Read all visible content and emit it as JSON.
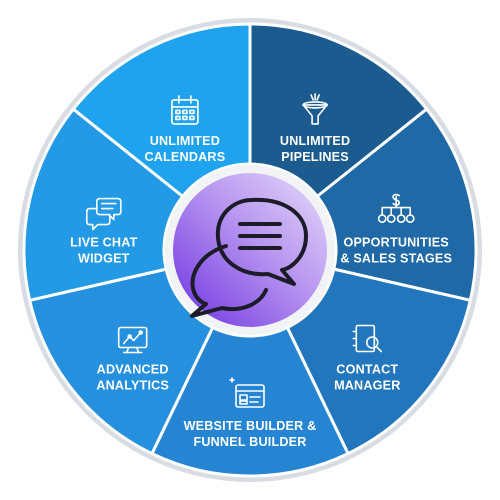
{
  "diagram": {
    "colors": {
      "ring_outline": "#d9dde3",
      "gap": "#ffffff",
      "hub_light": "#c9b8f2",
      "hub_dark": "#7b3fe4",
      "hub_ring": "#f2f3f5",
      "hub_icon": "#1c1c28"
    },
    "segments": [
      {
        "lines": [
          "UNLIMITED",
          "PIPELINES"
        ],
        "icon": "funnel-icon",
        "color": "#1c5b8f"
      },
      {
        "lines": [
          "OPPORTUNITIES",
          "& SALES STAGES"
        ],
        "icon": "org-chart-icon",
        "color": "#1f69a6"
      },
      {
        "lines": [
          "CONTACT",
          "MANAGER"
        ],
        "icon": "contact-book-icon",
        "color": "#2276bd"
      },
      {
        "lines": [
          "WEBSITE BUILDER &",
          "FUNNEL BUILDER"
        ],
        "icon": "browser-window-icon",
        "color": "#2585d2"
      },
      {
        "lines": [
          "ADVANCED",
          "ANALYTICS"
        ],
        "icon": "analytics-icon",
        "color": "#2591de"
      },
      {
        "lines": [
          "LIVE CHAT",
          "WIDGET"
        ],
        "icon": "chat-bubbles-icon",
        "color": "#239ae6"
      },
      {
        "lines": [
          "UNLIMITED",
          "CALENDARS"
        ],
        "icon": "calendar-icon",
        "color": "#1fa3ee"
      }
    ],
    "center_icon": "chat-icon"
  }
}
